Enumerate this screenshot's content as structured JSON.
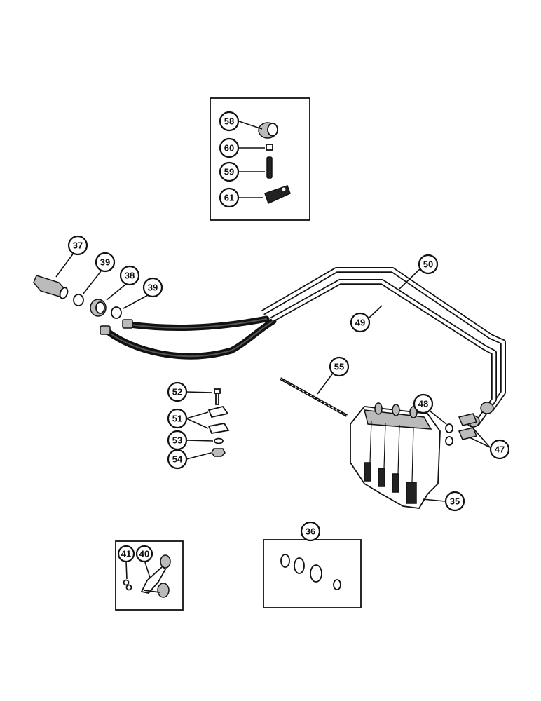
{
  "callouts": {
    "c58": "58",
    "c60": "60",
    "c59": "59",
    "c61": "61",
    "c37": "37",
    "c39a": "39",
    "c38": "38",
    "c39b": "39",
    "c50": "50",
    "c49": "49",
    "c55": "55",
    "c52": "52",
    "c51": "51",
    "c53": "53",
    "c54": "54",
    "c48": "48",
    "c47": "47",
    "c35": "35",
    "c36": "36",
    "c41": "41",
    "c40": "40"
  },
  "colors": {
    "ink": "#111111",
    "paper": "#ffffff"
  }
}
